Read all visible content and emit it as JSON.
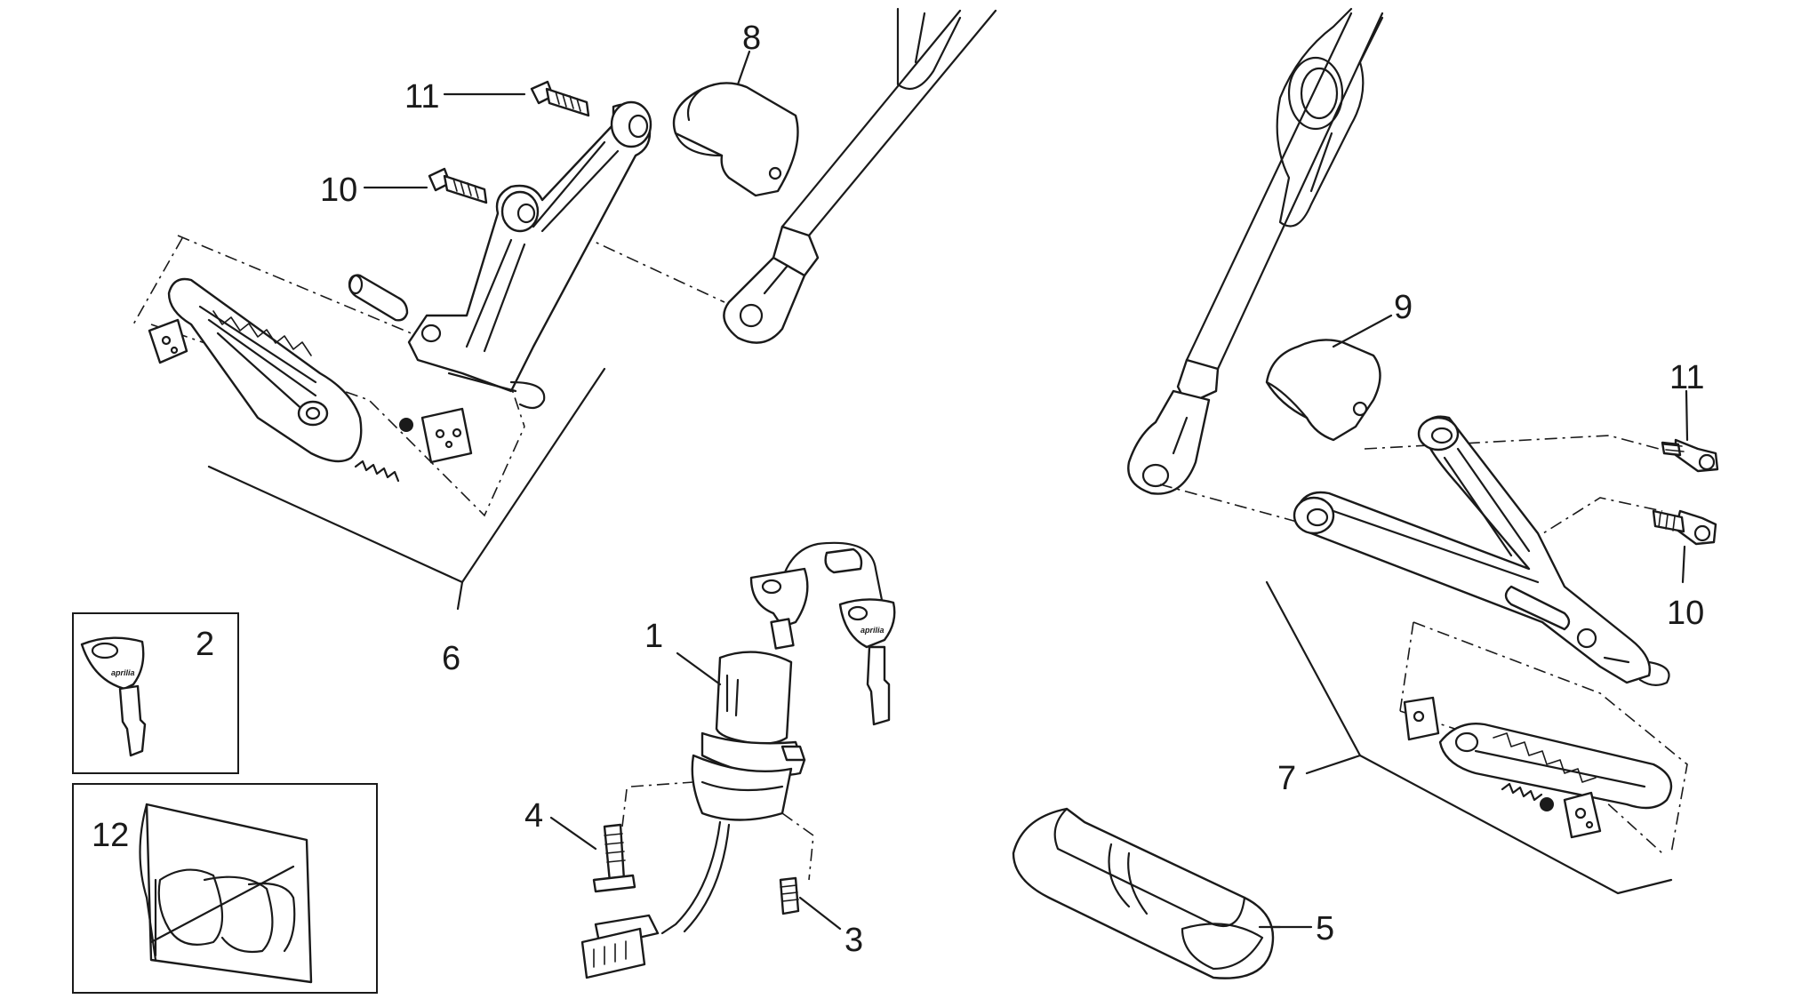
{
  "callouts": {
    "c1": "1",
    "c2": "2",
    "c3": "3",
    "c4": "4",
    "c5": "5",
    "c6": "6",
    "c7": "7",
    "c8": "8",
    "c9": "9",
    "c10_left": "10",
    "c10_right": "10",
    "c11_left": "11",
    "c11_right": "11",
    "c12": "12"
  },
  "key_brand": "aprilia"
}
